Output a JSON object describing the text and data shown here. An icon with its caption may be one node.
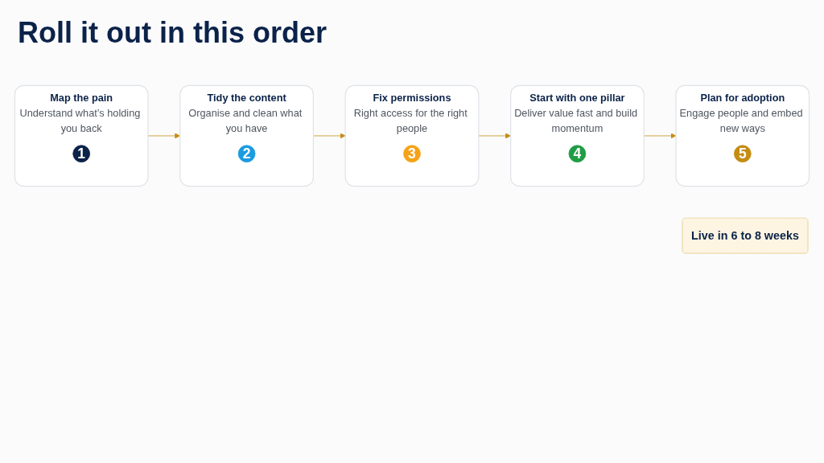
{
  "diagram": {
    "title": "Roll it out in this order",
    "nodes": [
      {
        "text": [
          "Map the pain",
          "Understand what’s holding you back"
        ]
      },
      {
        "text": [
          "1"
        ],
        "in": 0
      },
      {
        "text": [
          "Tidy the content",
          "Organise and clean what you have"
        ]
      },
      {
        "text": [
          "2"
        ],
        "in": 2
      },
      {
        "text": [
          "Fix permissions",
          "Right access for the right people"
        ]
      },
      {
        "text": [
          "3"
        ],
        "in": 4
      },
      {
        "text": [
          "Start with one pillar",
          "Deliver value fast and build momentum"
        ]
      },
      {
        "text": [
          "4"
        ],
        "in": 6
      },
      {
        "text": [
          "Plan for adoption",
          "Engage people and embed new ways"
        ]
      },
      {
        "text": [
          "5"
        ],
        "in": 8
      },
      {
        "text": [
          "Live in 6 to 8 weeks"
        ]
      }
    ],
    "edges": [
      {
        "from": 0,
        "to": 2,
        "arrow": "to"
      },
      {
        "from": 2,
        "to": 4,
        "arrow": "to"
      },
      {
        "from": 4,
        "to": 6,
        "arrow": "to"
      },
      {
        "from": 6,
        "to": 8,
        "arrow": "to"
      }
    ]
  }
}
